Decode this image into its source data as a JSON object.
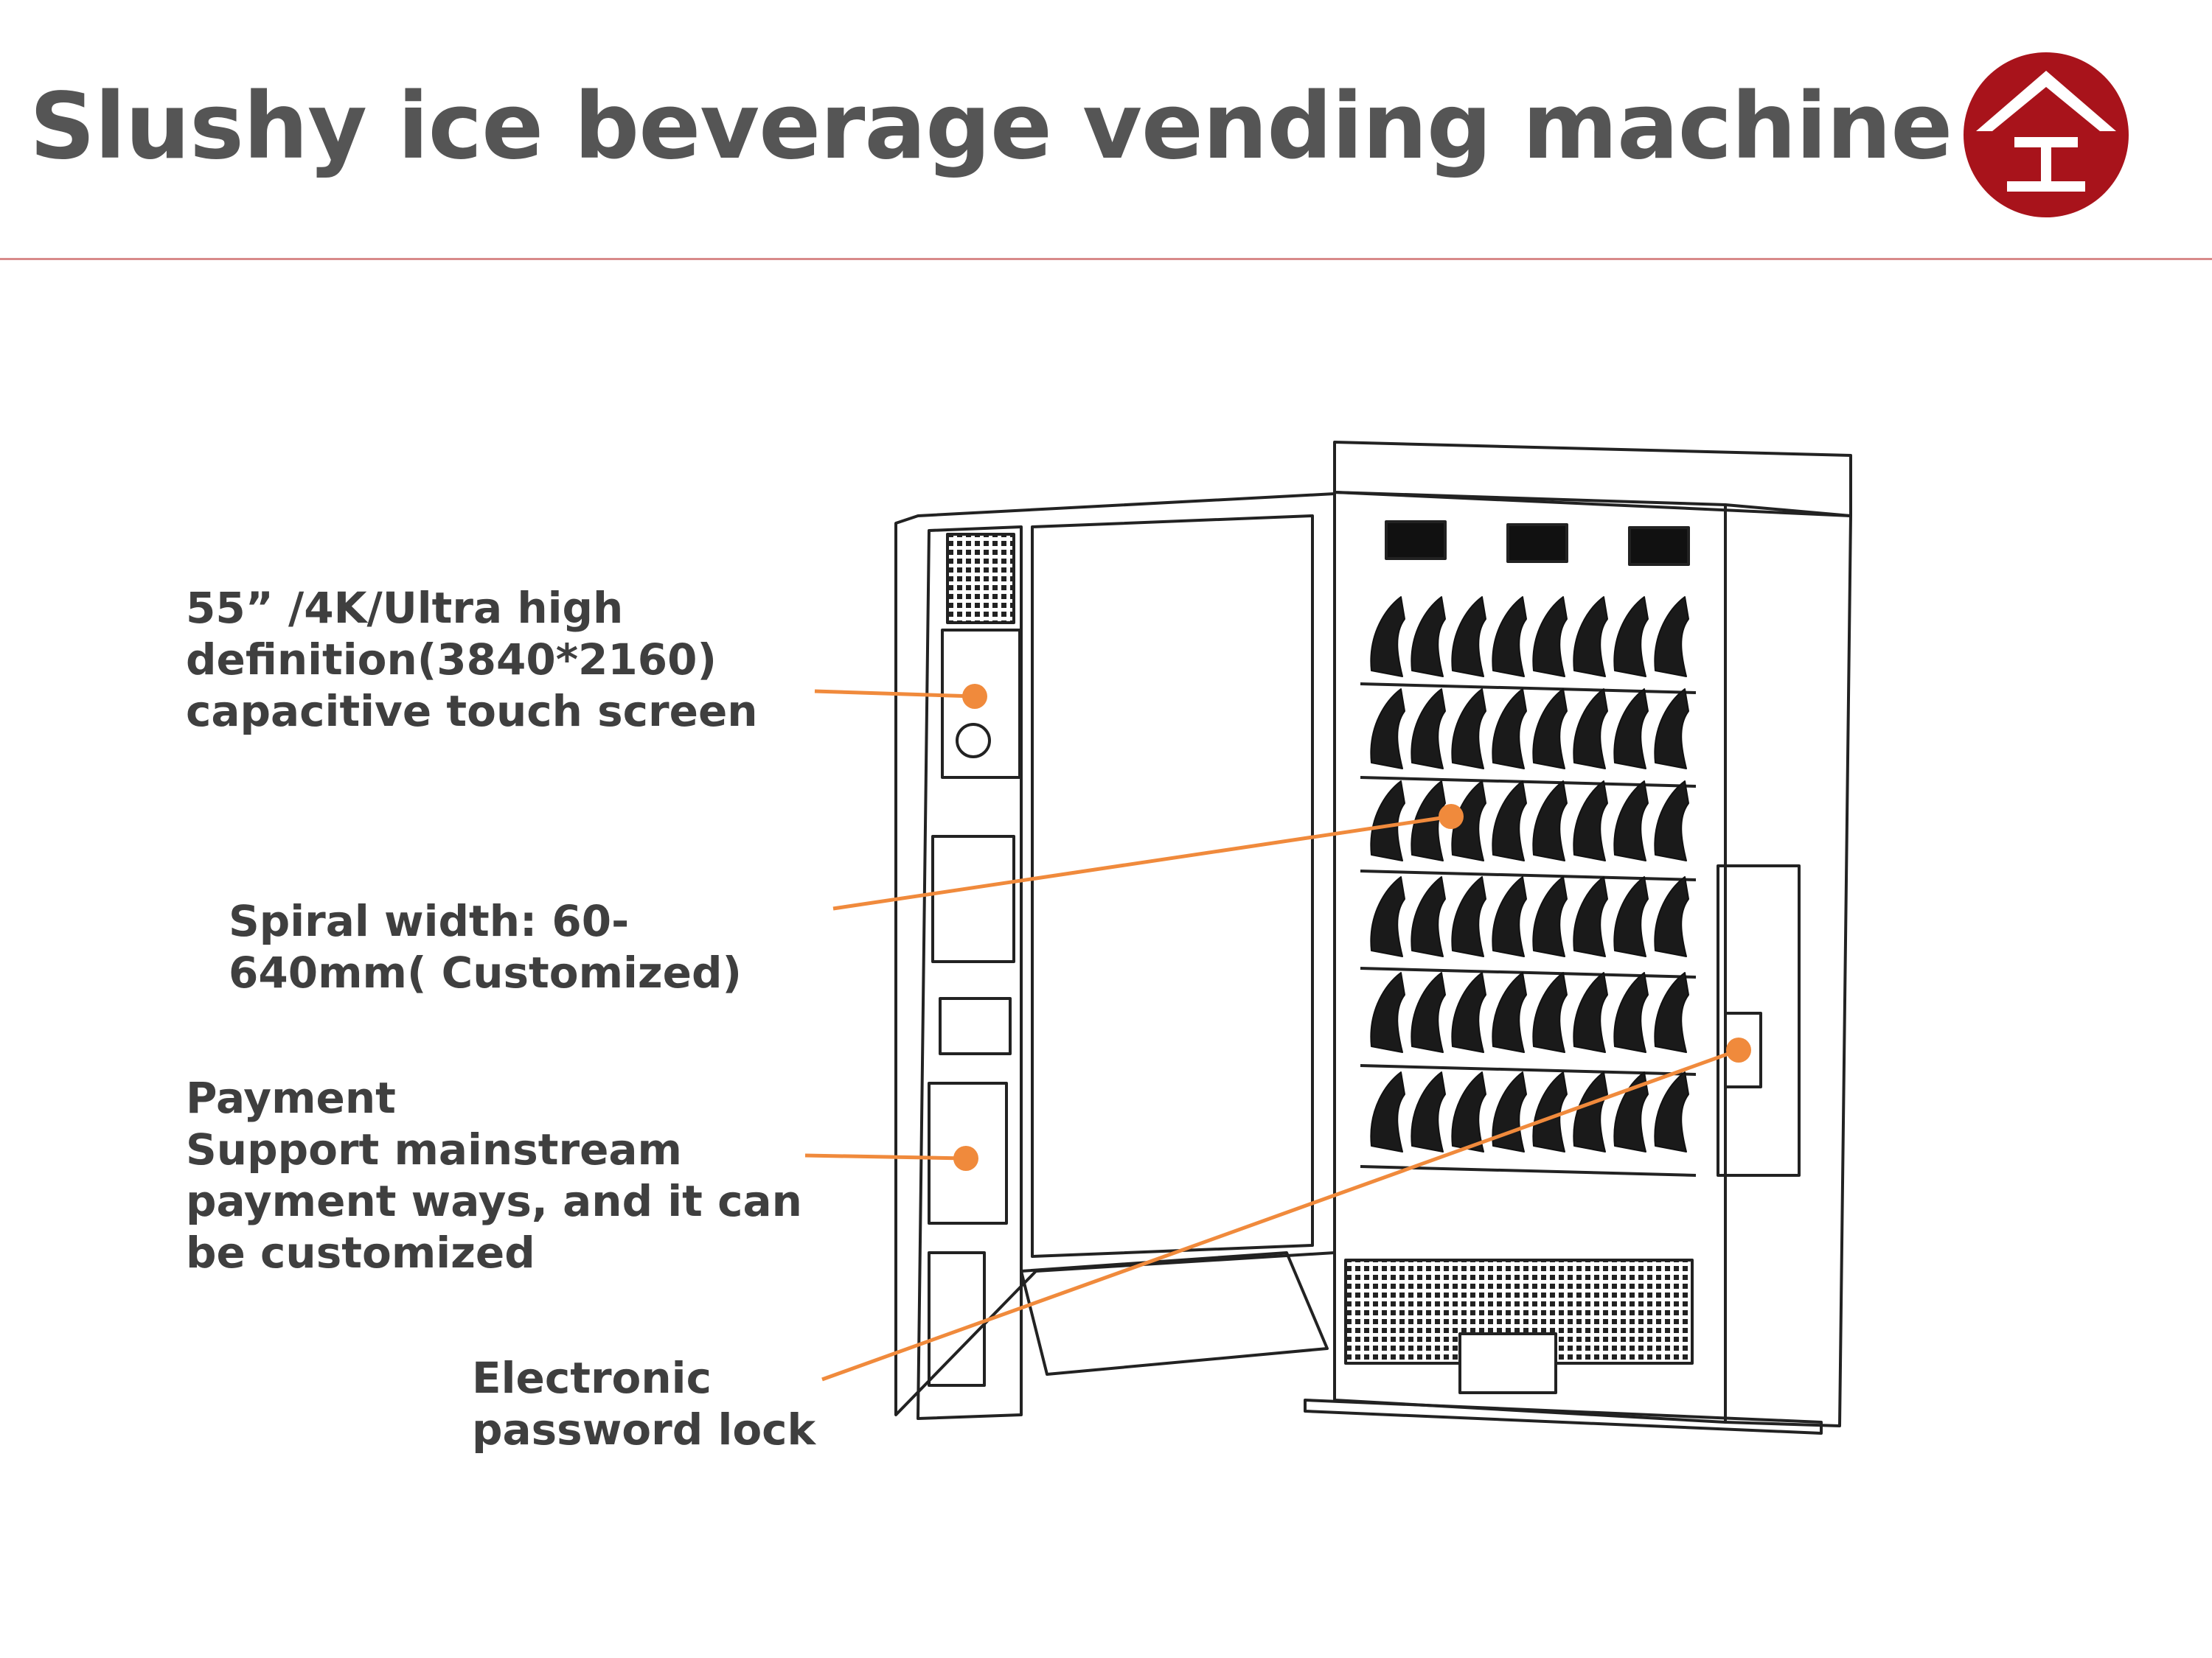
{
  "title": "Slushy ice beverage vending machine",
  "colors": {
    "accent": "#f08a3c",
    "rule": "#d88a8a",
    "logo": "#a8131b",
    "title": "#555555",
    "label": "#3f3f3f"
  },
  "callouts": [
    {
      "id": "touch-screen",
      "lines": [
        "55”  /4K/Ultra high",
        "definition(3840*2160)",
        "capacitive touch screen"
      ]
    },
    {
      "id": "spiral-width",
      "lines": [
        "Spiral width: 60-",
        "640mm( Customized)"
      ]
    },
    {
      "id": "payment",
      "lines": [
        "Payment",
        "Support mainstream",
        "payment ways, and it can",
        "be customized"
      ]
    },
    {
      "id": "password-lock",
      "lines": [
        "Electronic",
        "password lock"
      ]
    }
  ]
}
